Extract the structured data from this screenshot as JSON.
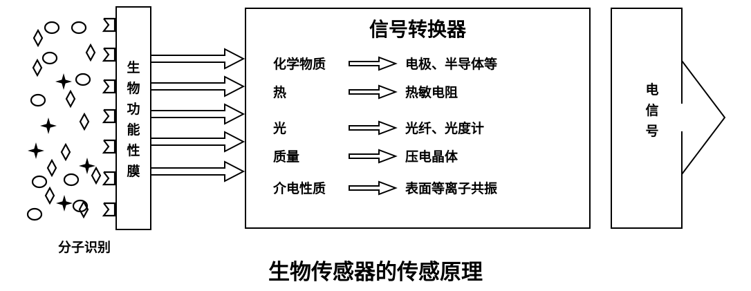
{
  "membrane": {
    "label": "生物功能性膜"
  },
  "molecule_label": "分子识别",
  "converter": {
    "title": "信号转换器",
    "rows": [
      {
        "input": "化学物质",
        "output": "电极、半导体等"
      },
      {
        "input": "热",
        "output": "热敏电阻"
      },
      {
        "input": "光",
        "output": "光纤、光度计"
      },
      {
        "input": "质量",
        "output": "压电晶体"
      },
      {
        "input": "介电性质",
        "output": "表面等离子共振"
      }
    ]
  },
  "output_signal": {
    "label": "电信号"
  },
  "caption": "生物传感器的传感原理"
}
